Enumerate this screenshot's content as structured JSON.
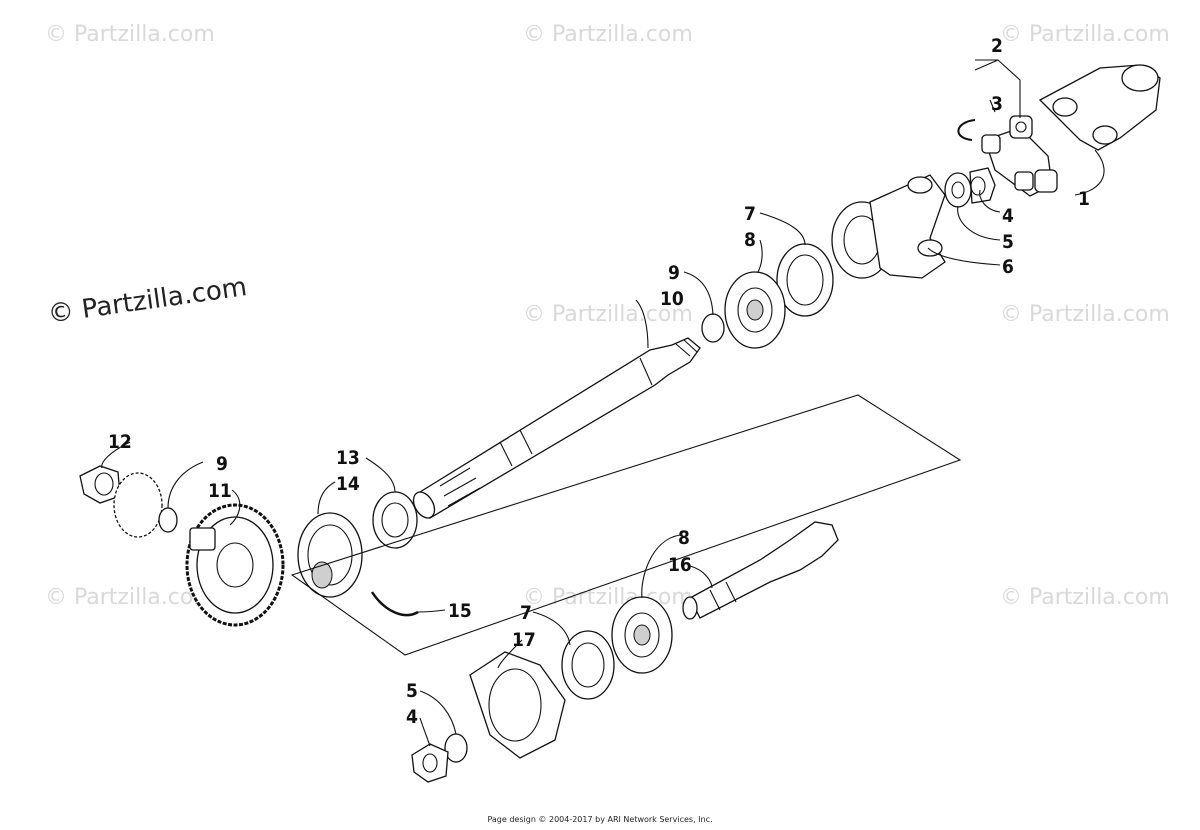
{
  "watermark": {
    "text": "© Partzilla.com",
    "main_text": "© Partzilla.com"
  },
  "callouts": {
    "c1": "1",
    "c2": "2",
    "c3": "3",
    "c4a": "4",
    "c5a": "5",
    "c6": "6",
    "c7a": "7",
    "c8a": "8",
    "c9a": "9",
    "c10": "10",
    "c12": "12",
    "c9b": "9",
    "c11": "11",
    "c13": "13",
    "c14": "14",
    "c15": "15",
    "c8b": "8",
    "c16": "16",
    "c7b": "7",
    "c17": "17",
    "c5b": "5",
    "c4b": "4"
  },
  "footer": "Page design © 2004-2017 by ARI Network Services, Inc."
}
